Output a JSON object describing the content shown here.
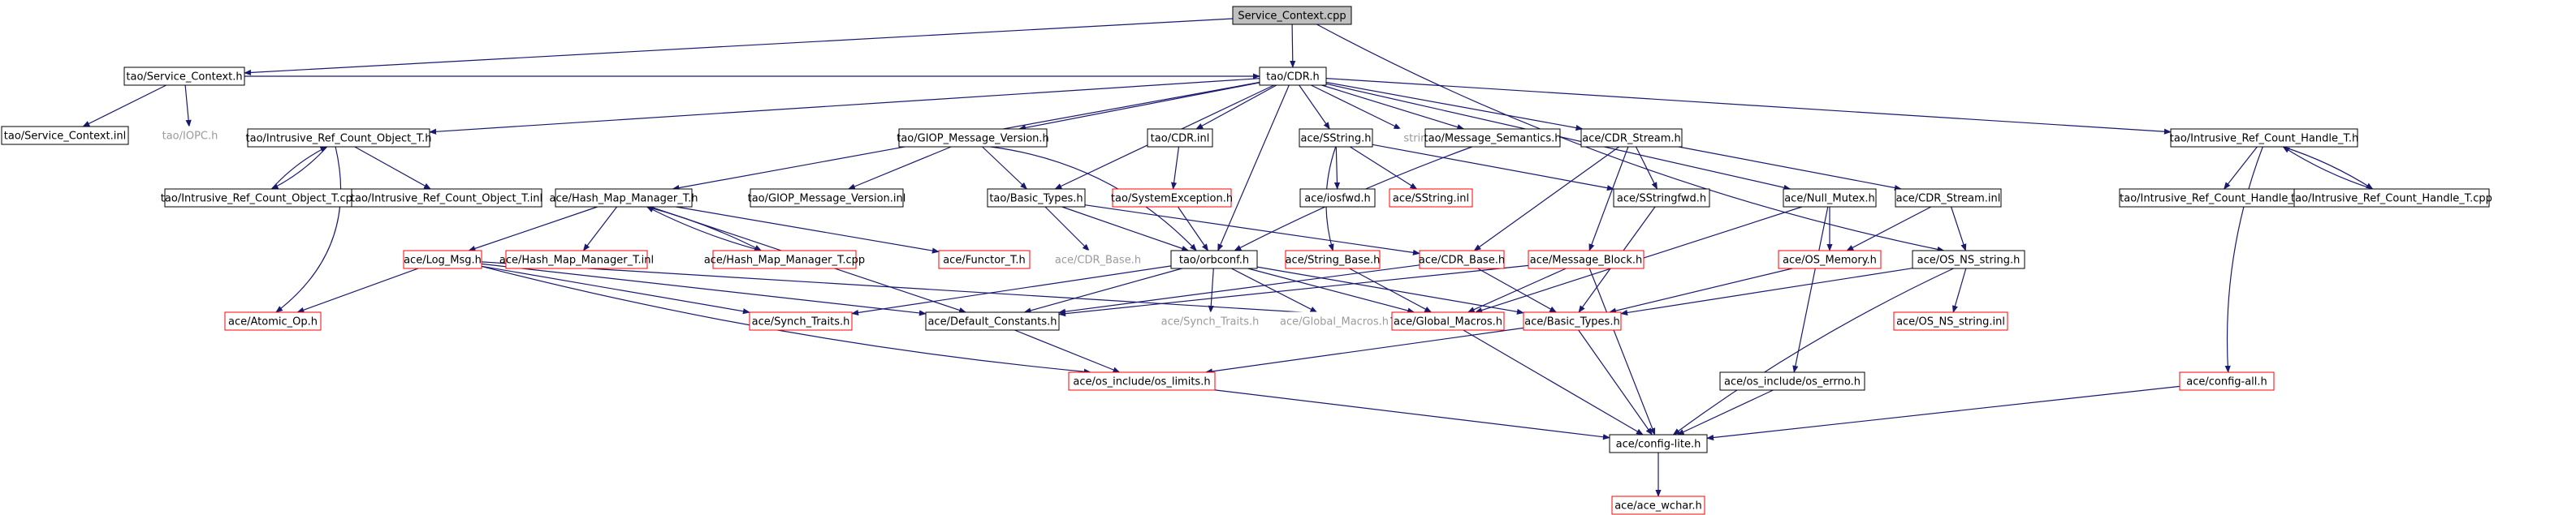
{
  "diagram": {
    "colors": {
      "edge": "#191970",
      "box_border": "#000000",
      "missing_border": "#ff0000",
      "external_text": "#9a9a9a",
      "root_fill": "#bfbfbf",
      "background": "#ffffff"
    },
    "nodes": [
      {
        "id": "service_context_cpp",
        "label": "Service_Context.cpp",
        "style": "root"
      },
      {
        "id": "tao_service_context_h",
        "label": "tao/Service_Context.h",
        "style": "normal"
      },
      {
        "id": "tao_cdr_h",
        "label": "tao/CDR.h",
        "style": "normal"
      },
      {
        "id": "tao_service_context_inl",
        "label": "tao/Service_Context.inl",
        "style": "normal"
      },
      {
        "id": "tao_iopc_h",
        "label": "tao/IOPC.h",
        "style": "external"
      },
      {
        "id": "tao_intrusive_ref_count_object_t_h",
        "label": "tao/Intrusive_Ref_Count_Object_T.h",
        "style": "normal"
      },
      {
        "id": "tao_giop_message_version_h",
        "label": "tao/GIOP_Message_Version.h",
        "style": "normal"
      },
      {
        "id": "tao_cdr_inl",
        "label": "tao/CDR.inl",
        "style": "normal"
      },
      {
        "id": "ace_sstring_h",
        "label": "ace/SString.h",
        "style": "normal"
      },
      {
        "id": "string",
        "label": "string",
        "style": "external"
      },
      {
        "id": "tao_message_semantics_h",
        "label": "tao/Message_Semantics.h",
        "style": "normal"
      },
      {
        "id": "ace_cdr_stream_h",
        "label": "ace/CDR_Stream.h",
        "style": "normal"
      },
      {
        "id": "tao_intrusive_ref_count_handle_t_h",
        "label": "tao/Intrusive_Ref_Count_Handle_T.h",
        "style": "normal"
      },
      {
        "id": "tao_intrusive_ref_count_object_t_cpp",
        "label": "tao/Intrusive_Ref_Count_Object_T.cpp",
        "style": "normal"
      },
      {
        "id": "tao_intrusive_ref_count_object_t_inl",
        "label": "tao/Intrusive_Ref_Count_Object_T.inl",
        "style": "normal"
      },
      {
        "id": "ace_hash_map_manager_t_h",
        "label": "ace/Hash_Map_Manager_T.h",
        "style": "normal"
      },
      {
        "id": "tao_giop_message_version_inl",
        "label": "tao/GIOP_Message_Version.inl",
        "style": "normal"
      },
      {
        "id": "tao_basic_types_h",
        "label": "tao/Basic_Types.h",
        "style": "normal"
      },
      {
        "id": "tao_systemexception_h",
        "label": "tao/SystemException.h",
        "style": "missing"
      },
      {
        "id": "ace_iosfwd_h",
        "label": "ace/iosfwd.h",
        "style": "normal"
      },
      {
        "id": "ace_sstring_inl",
        "label": "ace/SString.inl",
        "style": "missing"
      },
      {
        "id": "ace_sstringfwd_h",
        "label": "ace/SStringfwd.h",
        "style": "normal"
      },
      {
        "id": "ace_null_mutex_h",
        "label": "ace/Null_Mutex.h",
        "style": "normal"
      },
      {
        "id": "ace_cdr_stream_inl",
        "label": "ace/CDR_Stream.inl",
        "style": "normal"
      },
      {
        "id": "tao_intrusive_ref_count_handle_t_inl",
        "label": "tao/Intrusive_Ref_Count_Handle_T.inl",
        "style": "normal"
      },
      {
        "id": "tao_intrusive_ref_count_handle_t_cpp",
        "label": "tao/Intrusive_Ref_Count_Handle_T.cpp",
        "style": "normal"
      },
      {
        "id": "ace_log_msg_h",
        "label": "ace/Log_Msg.h",
        "style": "missing"
      },
      {
        "id": "ace_hash_map_manager_t_inl",
        "label": "ace/Hash_Map_Manager_T.inl",
        "style": "missing"
      },
      {
        "id": "ace_hash_map_manager_t_cpp",
        "label": "ace/Hash_Map_Manager_T.cpp",
        "style": "missing"
      },
      {
        "id": "ace_functor_t_h",
        "label": "ace/Functor_T.h",
        "style": "missing"
      },
      {
        "id": "ace_cdr_base_h_plain",
        "label": "ace/CDR_Base.h",
        "style": "external"
      },
      {
        "id": "tao_orbconf_h",
        "label": "tao/orbconf.h",
        "style": "normal"
      },
      {
        "id": "ace_string_base_h",
        "label": "ace/String_Base.h",
        "style": "missing"
      },
      {
        "id": "ace_cdr_base_h",
        "label": "ace/CDR_Base.h",
        "style": "missing"
      },
      {
        "id": "ace_message_block_h",
        "label": "ace/Message_Block.h",
        "style": "missing"
      },
      {
        "id": "ace_os_memory_h",
        "label": "ace/OS_Memory.h",
        "style": "missing"
      },
      {
        "id": "ace_os_ns_string_h",
        "label": "ace/OS_NS_string.h",
        "style": "normal"
      },
      {
        "id": "ace_atomic_op_h",
        "label": "ace/Atomic_Op.h",
        "style": "missing"
      },
      {
        "id": "ace_synch_traits_h",
        "label": "ace/Synch_Traits.h",
        "style": "missing"
      },
      {
        "id": "ace_default_constants_h",
        "label": "ace/Default_Constants.h",
        "style": "normal"
      },
      {
        "id": "ace_synch_traits_h_plain",
        "label": "ace/Synch_Traits.h",
        "style": "external"
      },
      {
        "id": "ace_global_macros_h_plain",
        "label": "ace/Global_Macros.h",
        "style": "external"
      },
      {
        "id": "ace_global_macros_h",
        "label": "ace/Global_Macros.h",
        "style": "missing"
      },
      {
        "id": "ace_basic_types_h",
        "label": "ace/Basic_Types.h",
        "style": "missing"
      },
      {
        "id": "ace_os_ns_string_inl",
        "label": "ace/OS_NS_string.inl",
        "style": "missing"
      },
      {
        "id": "ace_os_include_os_limits_h",
        "label": "ace/os_include/os_limits.h",
        "style": "missing"
      },
      {
        "id": "ace_os_include_os_errno_h",
        "label": "ace/os_include/os_errno.h",
        "style": "normal"
      },
      {
        "id": "ace_config_all_h",
        "label": "ace/config-all.h",
        "style": "missing"
      },
      {
        "id": "ace_config_lite_h",
        "label": "ace/config-lite.h",
        "style": "normal"
      },
      {
        "id": "ace_ace_wchar_h",
        "label": "ace/ace_wchar.h",
        "style": "missing"
      }
    ]
  }
}
